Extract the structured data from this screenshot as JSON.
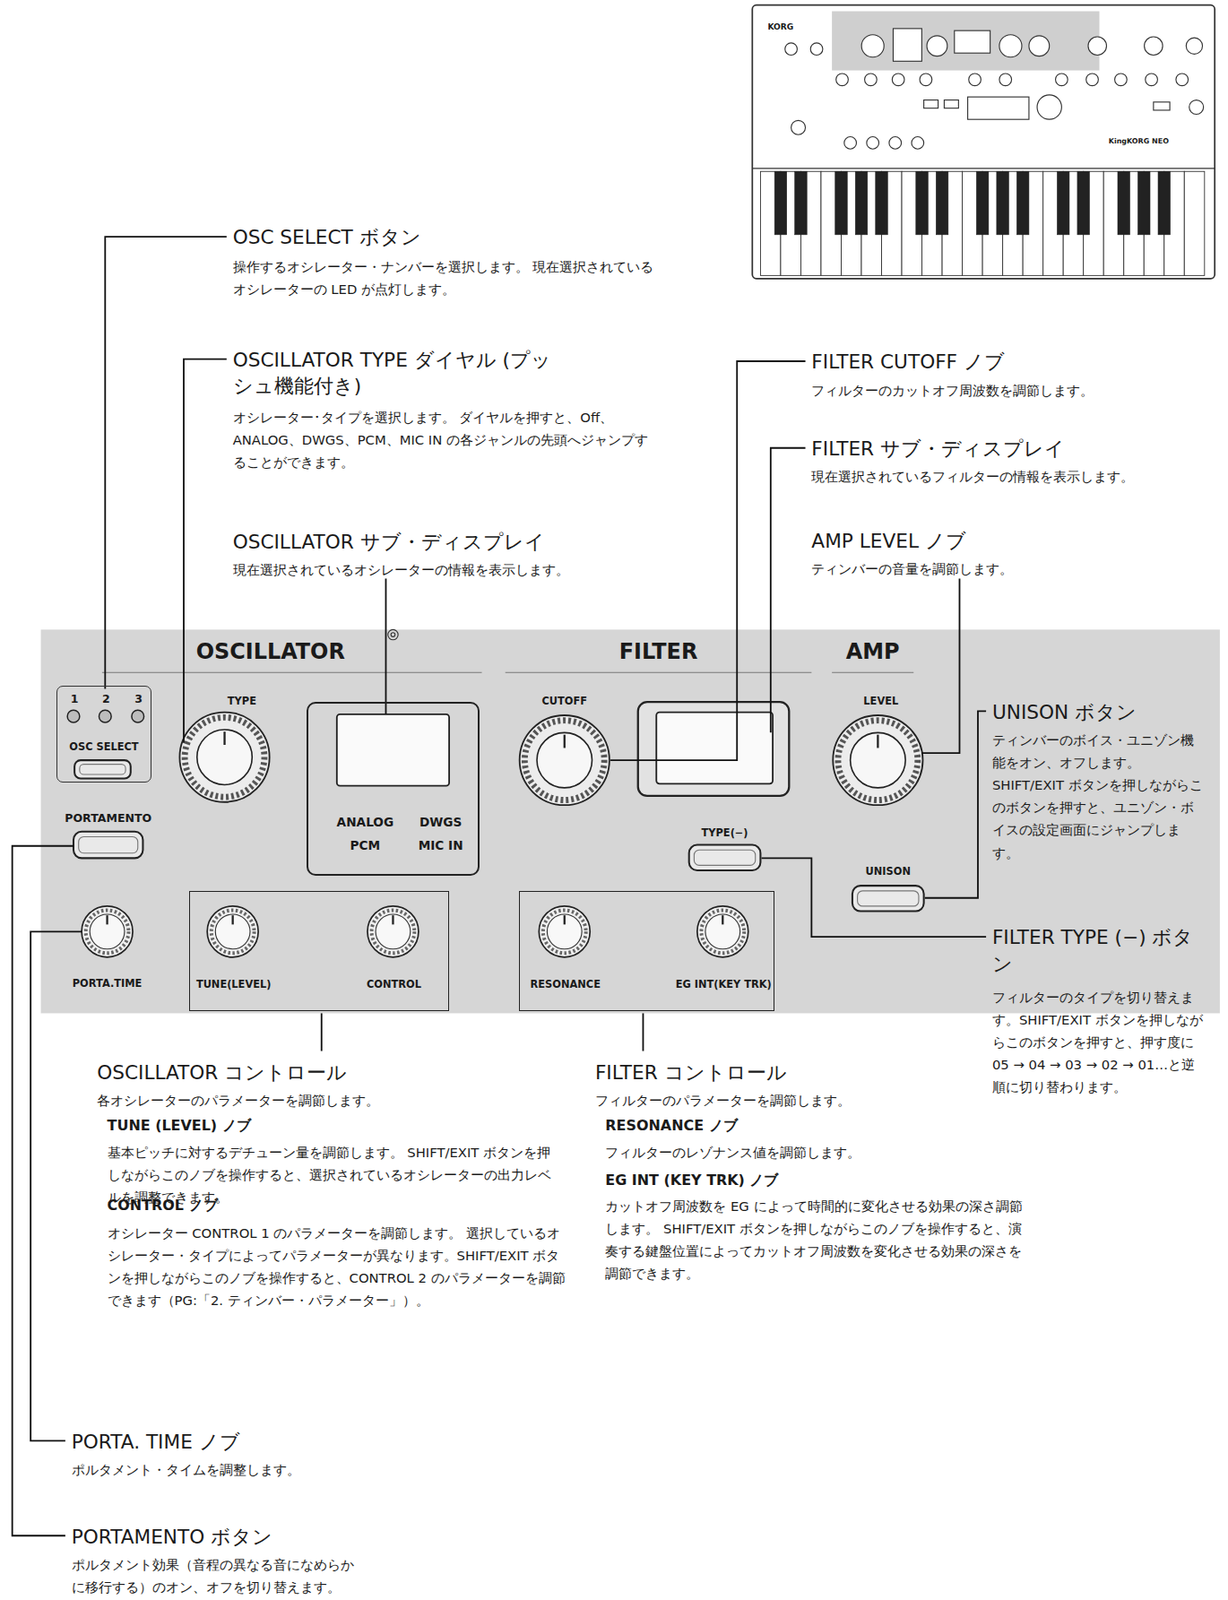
{
  "diagram": {
    "nodes": [
      {
        "text": [
          "OSCILLATOR",
          "FILTER",
          "AMP",
          "PORTAMENTO",
          "TYPE",
          "PORTA.TIME",
          "CUTOFF",
          "TYPE(−)",
          "LEVEL",
          "UNISON"
        ]
      },
      {
        "text": [
          "1",
          "2",
          "3",
          "OSC SELECT"
        ],
        "in": 0
      },
      {
        "text": [
          "ANALOG",
          "DWGS",
          "PCM",
          "MIC IN"
        ],
        "in": 0
      },
      {
        "text": [
          "TUNE(LEVEL)",
          "CONTROL"
        ],
        "in": 0
      },
      {
        "text": [
          "RESONANCE",
          "EG INT(KEY TRK)"
        ],
        "in": 0
      }
    ],
    "labels": [
      "OSC SELECT ボタン",
      "操作するオシレーター・ナンバーを選択します。 現在選択されているオシレーターの LED が点灯します。",
      "OSCILLATOR TYPE ダイヤル (プッシュ機能付き)",
      "オシレーター･タイプを選択します。 ダイヤルを押すと、Off、ANALOG、DWGS、PCM、MIC IN の各ジャンルの先頭へジャンプすることができます。",
      "OSCILLATOR サブ・ディスプレイ",
      "現在選択されているオシレーターの情報を表示します。",
      "FILTER CUTOFF ノブ",
      "フィルターのカットオフ周波数を調節します。",
      "FILTER サブ・ディスプレイ",
      "現在選択されているフィルターの情報を表示します。",
      "AMP LEVEL ノブ",
      "ティンバーの音量を調節します。",
      "UNISON ボタン",
      "ティンバーのボイス・ユニゾン機能をオン、オフします。 SHIFT/EXIT ボタンを押しながらこのボタンを押すと、ユニゾン・ボイスの設定画面にジャンプします。",
      "FILTER TYPE (−) ボタン",
      "フィルターのタイプを切り替えます。SHIFT/EXIT ボタンを押しながらこのボタンを押すと、押す度に05 → 04 → 03 → 02 → 01…と逆順に切り替わります。",
      "OSCILLATOR コントロール",
      "各オシレーターのパラメーターを調節します。",
      "TUNE (LEVEL) ノブ",
      "基本ピッチに対するデチューン量を調節します。 SHIFT/EXIT ボタンを押しながらこのノブを操作すると、選択されているオシレーターの出力レベルを調整できます。",
      "CONTROL ノブ",
      "オシレーター CONTROL 1 のパラメーターを調節します。 選択しているオシレーター・タイプによってパラメーターが異なります。SHIFT/EXIT ボタンを押しながらこのノブを操作すると、CONTROL 2 のパラメーターを調節できます（PG:「2. ティンバー・パラメーター」）。",
      "FILTER コントロール",
      "フィルターのパラメーターを調節します。",
      "RESONANCE ノブ",
      "フィルターのレゾナンス値を調節します。",
      "EG INT (KEY TRK) ノブ",
      "カットオフ周波数を EG によって時間的に変化させる効果の深さ調節します。 SHIFT/EXIT ボタンを押しながらこのノブを操作すると、演奏する鍵盤位置によってカットオフ周波数を変化させる効果の深さを調節できます。",
      "PORTA. TIME ノブ",
      "ポルタメント・タイムを調整します。",
      "PORTAMENTO ボタン",
      "ポルタメント効果（音程の異なる音になめらかに移行する）のオン、オフを切り替えます。",
      "KORG",
      "KingKORG NEO"
    ]
  }
}
